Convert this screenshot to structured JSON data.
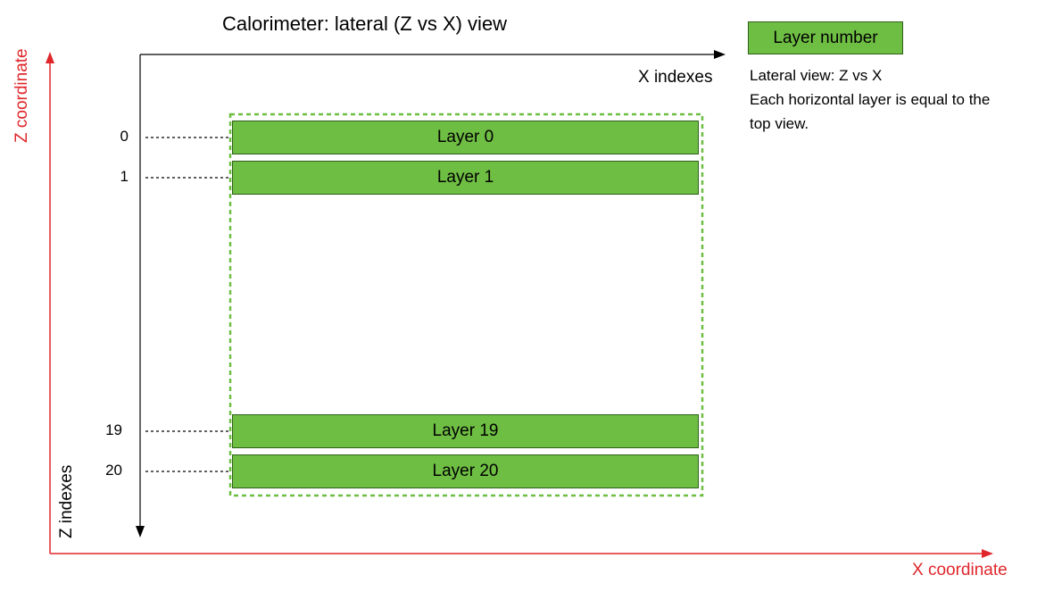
{
  "title": "Calorimeter: lateral (Z vs X) view",
  "legend": {
    "label": "Layer number",
    "color": "#6fbe44"
  },
  "notes": [
    "Lateral view: Z vs X",
    "Each horizontal layer is equal to the",
    "top view."
  ],
  "axes": {
    "x_indexes": "X indexes",
    "z_indexes": "Z indexes",
    "x_coordinate": "X coordinate",
    "z_coordinate": "Z coordinate",
    "coordinate_color": "#e0262b"
  },
  "layers": [
    {
      "index": "0",
      "label": "Layer 0"
    },
    {
      "index": "1",
      "label": "Layer 1"
    },
    {
      "index": "19",
      "label": "Layer 19"
    },
    {
      "index": "20",
      "label": "Layer 20"
    }
  ]
}
